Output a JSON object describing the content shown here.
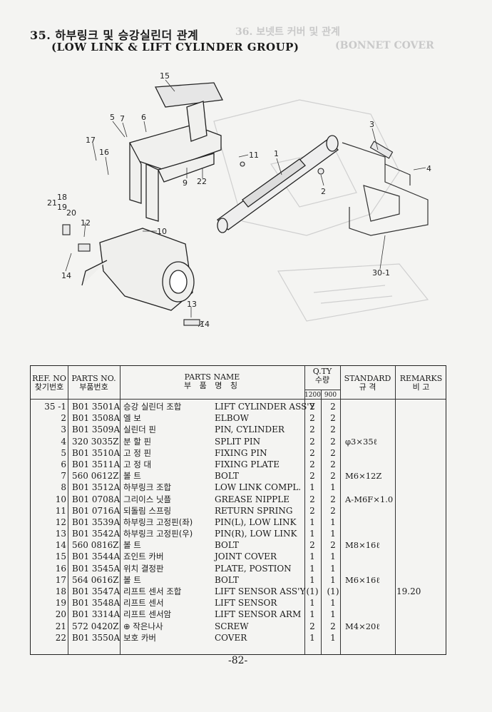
{
  "header": {
    "title_kr": "35. 하부링크 및 승강실린더 관계",
    "title_en": "(LOW LINK & LIFT CYLINDER GROUP)",
    "bleed_title": "36. 보넷트 커버 및 관계",
    "bleed_subtitle": "(BONNET COVER"
  },
  "diagram": {
    "labels": [
      "15",
      "5",
      "7",
      "6",
      "17",
      "16",
      "11",
      "1",
      "3",
      "4",
      "2",
      "9",
      "22",
      "21",
      "18",
      "19",
      "20",
      "12",
      "10",
      "14",
      "13",
      "14",
      "30-1"
    ]
  },
  "table": {
    "headers": {
      "ref_en": "REF. NO",
      "ref_kr": "찾기번호",
      "pno_en": "PARTS NO.",
      "pno_kr": "부품번호",
      "name_en": "PARTS NAME",
      "name_kr": "부 품 명 칭",
      "qty_en": "Q.TY",
      "qty_kr": "수량",
      "qty_a": "1200",
      "qty_b": "900",
      "std_en": "STANDARD",
      "std_kr": "규 격",
      "rem_en": "REMARKS",
      "rem_kr": "비 고"
    },
    "rows": [
      {
        "ref": "35 -1",
        "pno": "B01 3501A",
        "kr": "승강 실린더 조합",
        "en": "LIFT CYLINDER ASS'Y",
        "q1": "2",
        "q2": "2",
        "std": "",
        "rem": ""
      },
      {
        "ref": "2",
        "pno": "B01 3508A",
        "kr": "엘 보",
        "en": "ELBOW",
        "q1": "2",
        "q2": "2",
        "std": "",
        "rem": ""
      },
      {
        "ref": "3",
        "pno": "B01 3509A",
        "kr": "실린더 핀",
        "en": "PIN, CYLINDER",
        "q1": "2",
        "q2": "2",
        "std": "",
        "rem": ""
      },
      {
        "ref": "4",
        "pno": "320 3035Z",
        "kr": "분 할 핀",
        "en": "SPLIT PIN",
        "q1": "2",
        "q2": "2",
        "std": "φ3×35ℓ",
        "rem": ""
      },
      {
        "ref": "5",
        "pno": "B01 3510A",
        "kr": "고 정 핀",
        "en": "FIXING PIN",
        "q1": "2",
        "q2": "2",
        "std": "",
        "rem": ""
      },
      {
        "ref": "6",
        "pno": "B01 3511A",
        "kr": "고 정 대",
        "en": "FIXING PLATE",
        "q1": "2",
        "q2": "2",
        "std": "",
        "rem": ""
      },
      {
        "ref": "7",
        "pno": "560 0612Z",
        "kr": "볼 트",
        "en": "BOLT",
        "q1": "2",
        "q2": "2",
        "std": "M6×12Z",
        "rem": ""
      },
      {
        "ref": "8",
        "pno": "B01 3512A",
        "kr": "하부링크 조합",
        "en": "LOW LINK COMPL.",
        "q1": "1",
        "q2": "1",
        "std": "",
        "rem": ""
      },
      {
        "ref": "10",
        "pno": "B01 0708A",
        "kr": "그리이스 닛플",
        "en": "GREASE NIPPLE",
        "q1": "2",
        "q2": "2",
        "std": "A-M6F×1.0",
        "rem": ""
      },
      {
        "ref": "11",
        "pno": "B01 0716A",
        "kr": "되돌림 스프링",
        "en": "RETURN SPRING",
        "q1": "2",
        "q2": "2",
        "std": "",
        "rem": ""
      },
      {
        "ref": "12",
        "pno": "B01 3539A",
        "kr": "하부링크 고정핀(좌)",
        "en": "PIN(L), LOW LINK",
        "q1": "1",
        "q2": "1",
        "std": "",
        "rem": ""
      },
      {
        "ref": "13",
        "pno": "B01 3542A",
        "kr": "하부링크 고정핀(우)",
        "en": "PIN(R), LOW LINK",
        "q1": "1",
        "q2": "1",
        "std": "",
        "rem": ""
      },
      {
        "ref": "14",
        "pno": "560 0816Z",
        "kr": "볼 트",
        "en": "BOLT",
        "q1": "2",
        "q2": "2",
        "std": "M8×16ℓ",
        "rem": ""
      },
      {
        "ref": "15",
        "pno": "B01 3544A",
        "kr": "죠인트 카버",
        "en": "JOINT COVER",
        "q1": "1",
        "q2": "1",
        "std": "",
        "rem": ""
      },
      {
        "ref": "16",
        "pno": "B01 3545A",
        "kr": "위치 결정판",
        "en": "PLATE, POSTION",
        "q1": "1",
        "q2": "1",
        "std": "",
        "rem": ""
      },
      {
        "ref": "17",
        "pno": "564 0616Z",
        "kr": "볼 트",
        "en": "BOLT",
        "q1": "1",
        "q2": "1",
        "std": "M6×16ℓ",
        "rem": ""
      },
      {
        "ref": "18",
        "pno": "B01 3547A",
        "kr": "리프트 센서 조합",
        "en": "LIFT SENSOR ASS'Y",
        "q1": "(1)",
        "q2": "(1)",
        "std": "",
        "rem": "19.20"
      },
      {
        "ref": "19",
        "pno": "B01 3548A",
        "kr": "리프트 센서",
        "en": "LIFT SENSOR",
        "q1": "1",
        "q2": "1",
        "std": "",
        "rem": ""
      },
      {
        "ref": "20",
        "pno": "B01 3314A",
        "kr": "리프트 센서암",
        "en": "LIFT SENSOR ARM",
        "q1": "1",
        "q2": "1",
        "std": "",
        "rem": ""
      },
      {
        "ref": "21",
        "pno": "572 0420Z",
        "kr": "⊕ 작은나사",
        "en": "SCREW",
        "q1": "2",
        "q2": "2",
        "std": "M4×20ℓ",
        "rem": ""
      },
      {
        "ref": "22",
        "pno": "B01 3550A",
        "kr": "보호 카버",
        "en": "COVER",
        "q1": "1",
        "q2": "1",
        "std": "",
        "rem": ""
      }
    ]
  },
  "footer": {
    "page": "-82-"
  }
}
